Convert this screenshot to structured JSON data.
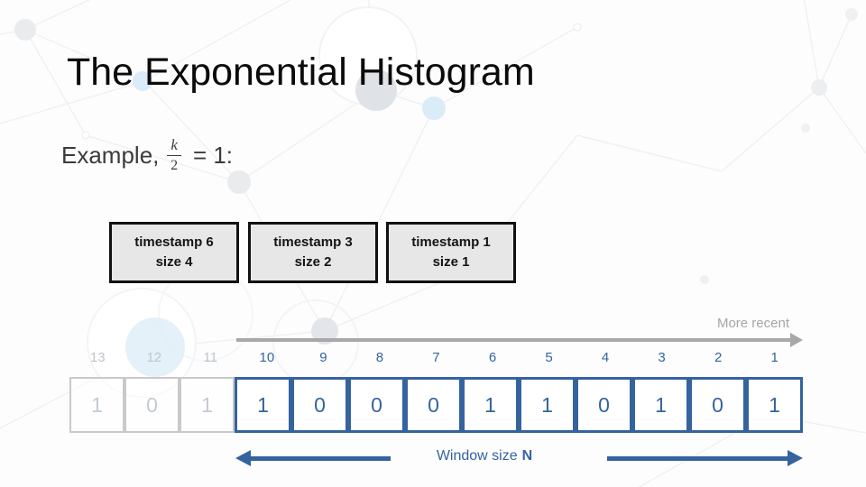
{
  "slide": {
    "title": "The Exponential Histogram",
    "formula": {
      "prefix": "Example,",
      "numerator": "k",
      "denominator": "2",
      "suffix": "= 1:"
    },
    "buckets": [
      {
        "line1": "timestamp 6",
        "line2": "size 4"
      },
      {
        "line1": "timestamp 3",
        "line2": "size 2"
      },
      {
        "line1": "timestamp 1",
        "line2": "size 1"
      }
    ],
    "more_recent_label": "More recent",
    "window_label_text": "Window size",
    "window_label_bold": "N"
  },
  "histogram": {
    "cells": [
      {
        "index": "13",
        "value": "1",
        "faded": true
      },
      {
        "index": "12",
        "value": "0",
        "faded": true
      },
      {
        "index": "11",
        "value": "1",
        "faded": true
      },
      {
        "index": "10",
        "value": "1",
        "faded": false
      },
      {
        "index": "9",
        "value": "0",
        "faded": false
      },
      {
        "index": "8",
        "value": "0",
        "faded": false
      },
      {
        "index": "7",
        "value": "0",
        "faded": false
      },
      {
        "index": "6",
        "value": "1",
        "faded": false
      },
      {
        "index": "5",
        "value": "1",
        "faded": false
      },
      {
        "index": "4",
        "value": "0",
        "faded": false
      },
      {
        "index": "3",
        "value": "1",
        "faded": false
      },
      {
        "index": "2",
        "value": "0",
        "faded": false
      },
      {
        "index": "1",
        "value": "1",
        "faded": false
      }
    ]
  },
  "colors": {
    "accent_blue": "#35639E",
    "faded_gray_text": "#c3cad2",
    "faded_gray_border": "#c9c9c9",
    "arrow_gray": "#a8a8a8",
    "more_recent_gray": "#a3a6a9",
    "bucket_fill": "#e8e7e7",
    "bucket_border": "#111111",
    "light_blue_dot": "#d9ecf7"
  }
}
